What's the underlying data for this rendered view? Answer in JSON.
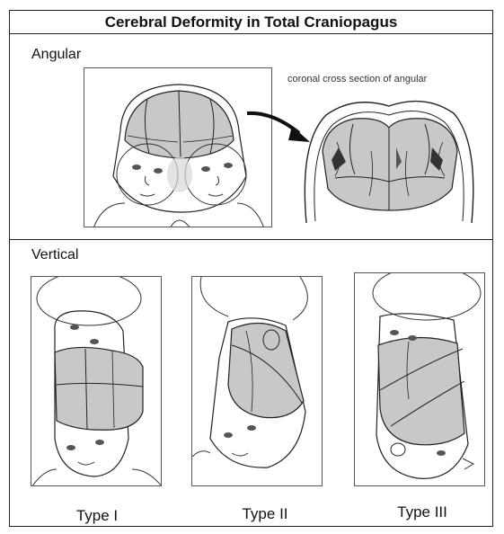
{
  "title": "Cerebral Deformity in Total Craniopagus",
  "angular": {
    "label": "Angular",
    "caption": "coronal cross section of angular"
  },
  "vertical": {
    "label": "Vertical",
    "types": [
      "Type I",
      "Type II",
      "Type III"
    ]
  },
  "colors": {
    "brain_fill": "#c8c8c8",
    "line": "#222222",
    "ventricle": "#333333"
  }
}
